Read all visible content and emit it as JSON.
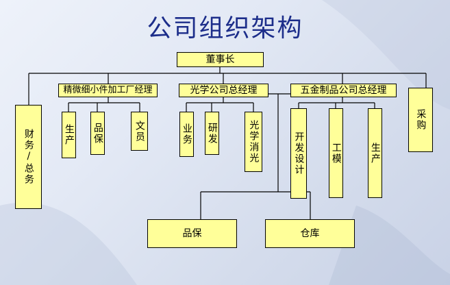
{
  "title": "公司组织架构",
  "colors": {
    "box_fill": "#ffff99",
    "title": "#1c2d8a",
    "line": "#000000"
  },
  "org": {
    "top": "董事长",
    "finance": "财务/总务",
    "precision_manager": "精微细小件加工厂经理",
    "optics_manager": "光学公司总经理",
    "hardware_manager": "五金制品公司总经理",
    "purchasing": "采购",
    "precision_units": [
      "生产",
      "品保",
      "文员"
    ],
    "optics_units": [
      "业务",
      "研发",
      "光学消光"
    ],
    "hardware_units": [
      "开发设计",
      "工模",
      "生产"
    ],
    "shared_units": [
      "品保",
      "仓库"
    ]
  }
}
